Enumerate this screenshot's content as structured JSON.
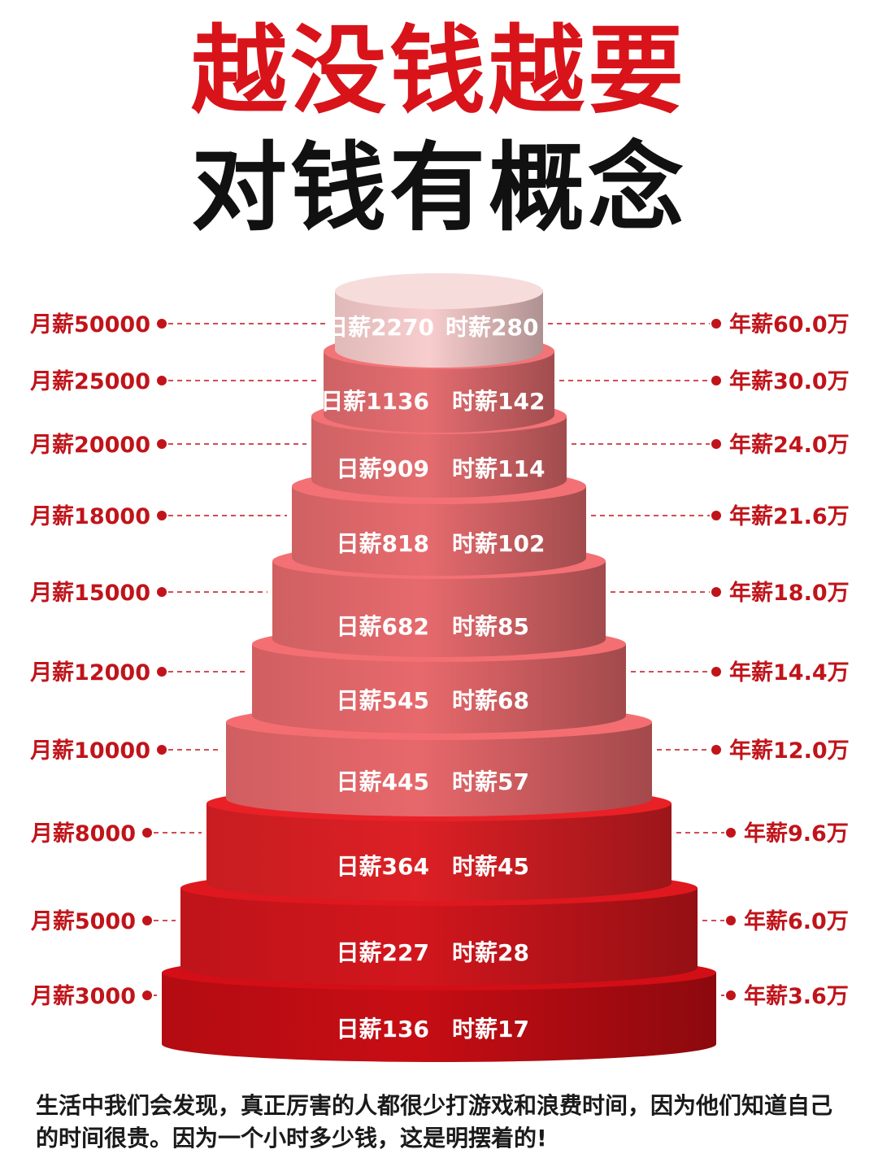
{
  "title": {
    "line1": "越没钱越要",
    "line2": "对钱有概念"
  },
  "colors": {
    "title_red": "#d8141a",
    "label_red": "#c0141a",
    "tier_top": "#f3c9c9",
    "tier_mid": "#e06b6e",
    "tier_bottom": "#c30d14",
    "text_white": "#ffffff"
  },
  "tiers": [
    {
      "monthly": "月薪50000",
      "daily": "日薪2270",
      "hourly": "时薪280",
      "annual": "年薪60.0万"
    },
    {
      "monthly": "月薪25000",
      "daily": "日薪1136",
      "hourly": "时薪142",
      "annual": "年薪30.0万"
    },
    {
      "monthly": "月薪20000",
      "daily": "日薪909",
      "hourly": "时薪114",
      "annual": "年薪24.0万"
    },
    {
      "monthly": "月薪18000",
      "daily": "日薪818",
      "hourly": "时薪102",
      "annual": "年薪21.6万"
    },
    {
      "monthly": "月薪15000",
      "daily": "日薪682",
      "hourly": "时薪85",
      "annual": "年薪18.0万"
    },
    {
      "monthly": "月薪12000",
      "daily": "日薪545",
      "hourly": "时薪68",
      "annual": "年薪14.4万"
    },
    {
      "monthly": "月薪10000",
      "daily": "日薪445",
      "hourly": "时薪57",
      "annual": "年薪12.0万"
    },
    {
      "monthly": "月薪8000",
      "daily": "日薪364",
      "hourly": "时薪45",
      "annual": "年薪9.6万"
    },
    {
      "monthly": "月薪5000",
      "daily": "日薪227",
      "hourly": "时薪28",
      "annual": "年薪6.0万"
    },
    {
      "monthly": "月薪3000",
      "daily": "日薪136",
      "hourly": "时薪17",
      "annual": "年薪3.6万"
    }
  ],
  "footer": "生活中我们会发现，真正厉害的人都很少打游戏和浪费时间，因为他们知道自己的时间很贵。因为一个小时多少钱，这是明摆着的!"
}
